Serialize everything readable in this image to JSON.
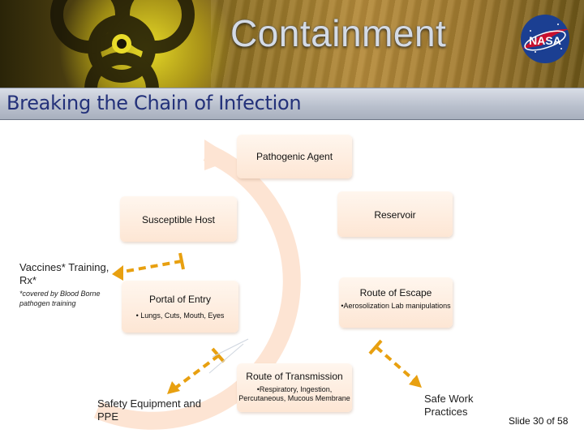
{
  "header": {
    "title": "Containment",
    "subtitle": "Breaking the Chain of Infection",
    "logo_text": "NASA"
  },
  "colors": {
    "ring": "#fde4d3",
    "node_fill": "#fdecdf",
    "arrow": "#e8a010",
    "subtitle_text": "#23317a"
  },
  "cycle": {
    "nodes": [
      {
        "label": "Pathogenic Agent"
      },
      {
        "label": "Reservoir"
      },
      {
        "label": "Route of Escape",
        "detail": "•Aerosolization Lab manipulations"
      },
      {
        "label": "Route of Transmission",
        "detail": "•Respiratory, Ingestion, Percutaneous, Mucous Membrane"
      },
      {
        "label": "Portal of Entry",
        "detail": "• Lungs, Cuts, Mouth, Eyes"
      },
      {
        "label": "Susceptible Host"
      }
    ]
  },
  "interventions": {
    "vaccines": "Vaccines* Training, Rx*",
    "covered_note": "*covered by Blood Borne pathogen training",
    "safety_equipment": "Safety Equipment and PPE",
    "safe_work": "Safe Work Practices"
  },
  "footer": {
    "slide_label": "Slide 30 of 58"
  }
}
